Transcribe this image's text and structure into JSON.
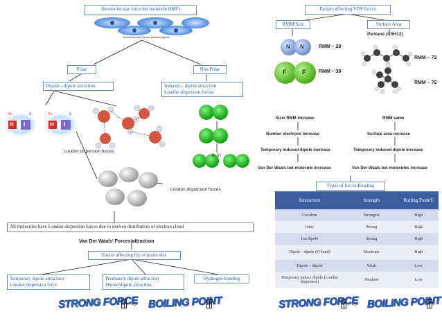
{
  "left": {
    "title": "Intermolecular force bet molecule (IMF)",
    "image_caption": "Intermolecular Forces between dipole",
    "polar": "Polar",
    "nonpolar": "Non Polar",
    "dipole": "Dipole – dipole attraction",
    "induced_1": "Induced – dipole attraction",
    "induced_2": "London dispersion forces",
    "ldf_label_a": "London dispersion forces",
    "ldf_label_b": "London dispersion forces",
    "all_molecules": "All molecules have London dispersion forces due to uneven distribution of electron cloud",
    "vdw": "Van Der Waals' Forces attraction",
    "factor": "Factor affecting b/p of molecules",
    "temp_1": "Temporary dipole attraction",
    "temp_2": "London dispersion force",
    "perm_1": "Permanent dipole attraction",
    "perm_2": "Dipole/dipole attraction",
    "hbond": "Hydrogen bonding",
    "h_label": "H",
    "i_label": "I",
    "delta_plus": "δ+",
    "delta_minus": "δ-",
    "dm_dp": "δ-  δ+"
  },
  "right": {
    "title": "Factors affecting VDF forces",
    "rmm_size": "RMM/Size",
    "surface_area": "Surface Area",
    "n": "N",
    "f": "F",
    "rmm28": "RMM – 28",
    "rmm38": "RMM – 38",
    "pentane": "Pentane (C5H12)",
    "rmm72a": "RMM – 72",
    "rmm72b": "RMM – 72",
    "size_inc": "Size/ RMM increase",
    "num_e": "Number electrons increase",
    "temp_left": "Temporary induced dipole increase",
    "vdw_left": "Van Der Waals bet molecule increase",
    "rmm_same": "RMM same",
    "sa_inc": "Surface area increase",
    "temp_right": "Temporary induced dipole increase",
    "vdw_right": "Van Der Waals bet molecules increase",
    "types_title": "Types of forces/Bonding",
    "table": {
      "headers": [
        "Interaction",
        "Strength",
        "Boiling Point/C"
      ],
      "rows": [
        [
          "Covalent",
          "Strongest",
          "High"
        ],
        [
          "Ionic",
          "Strong",
          "High"
        ],
        [
          "Ion dipole",
          "Strong",
          "High"
        ],
        [
          "Dipole - dipole (H bond)",
          "Moderate",
          "High"
        ],
        [
          "Dipole – dipole",
          "Weak",
          "Low"
        ],
        [
          "Temporary induce dipole (London dispersion)",
          "Weakest",
          "Low"
        ]
      ]
    }
  },
  "banners": {
    "strong": "STRONG FORCE",
    "boiling": "BOILING POINT",
    "arrow": "->"
  }
}
